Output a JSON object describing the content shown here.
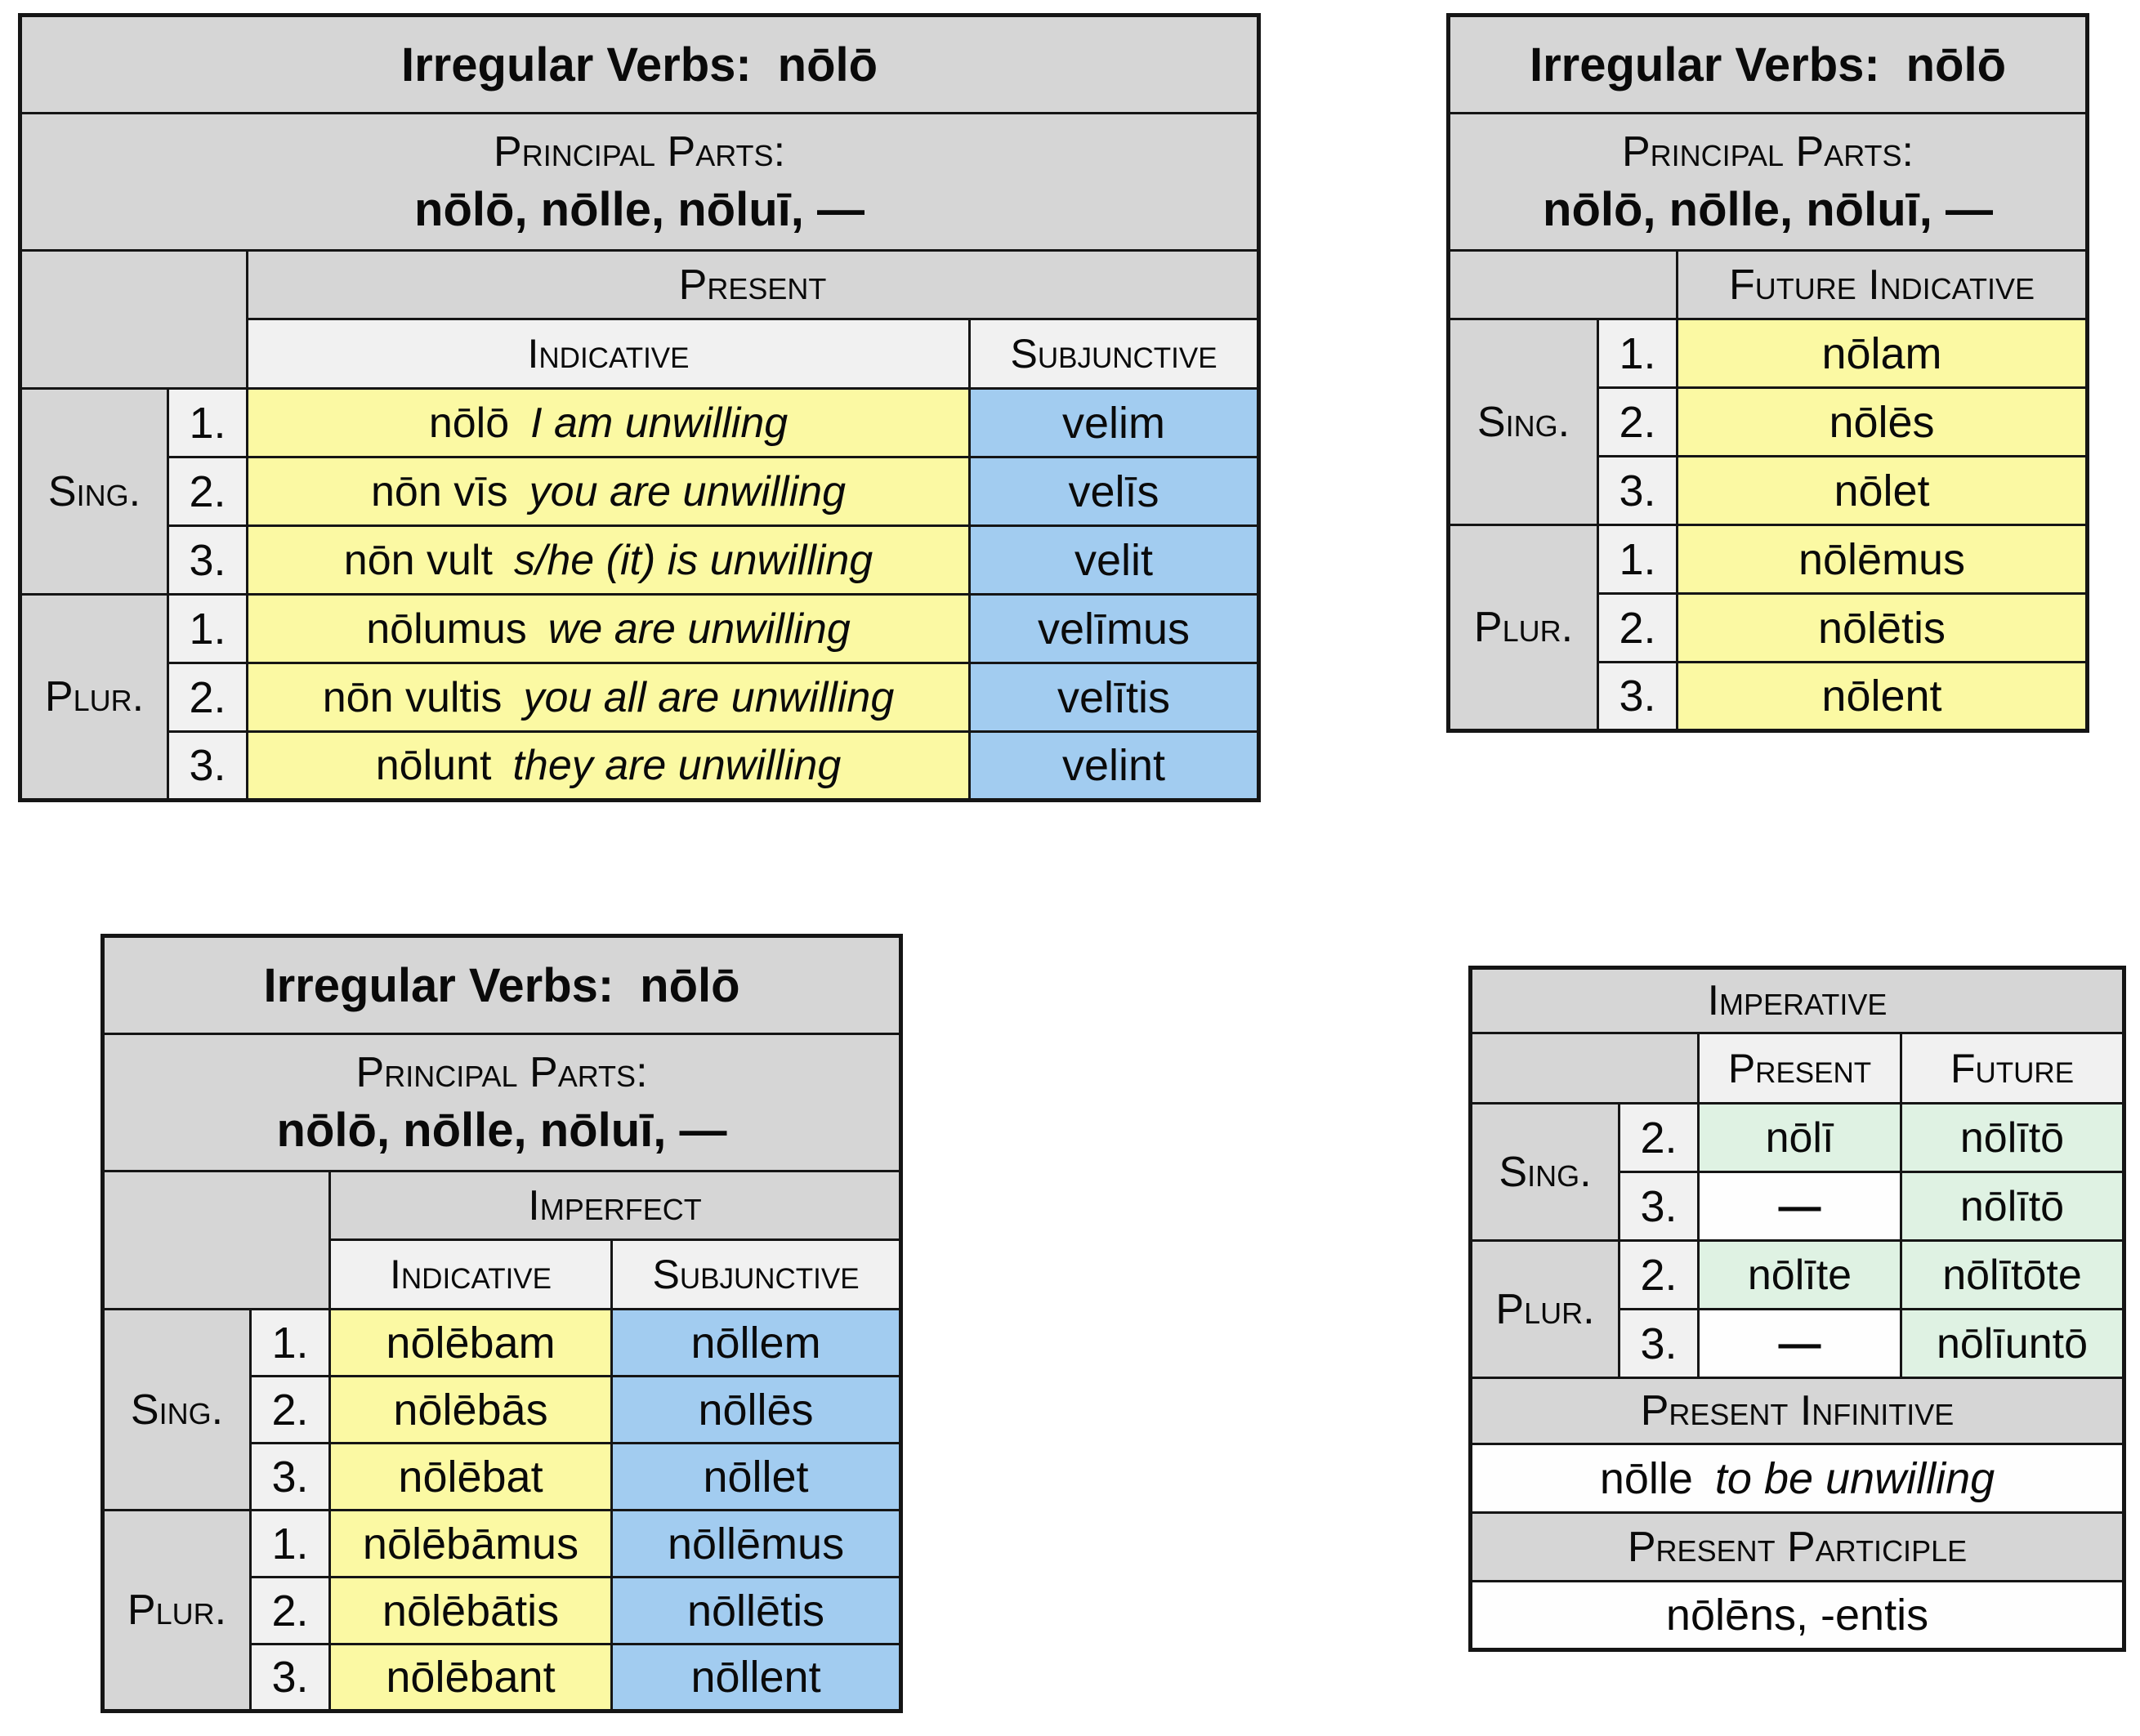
{
  "colors": {
    "header_gray": "#d6d6d6",
    "subheader_gray": "#f1f1f1",
    "indicative_yellow": "#fbf9a3",
    "subjunctive_blue": "#a2ccf0",
    "imperative_green": "#dff2e3",
    "border_black": "#151515"
  },
  "labels": {
    "title_prefix": "Irregular Verbs:",
    "verb": "nōlō",
    "principal_parts_label": "Principal Parts:",
    "principal_parts": "nōlō, nōlle, nōluī, —",
    "sing": "Sing.",
    "plur": "Plur."
  },
  "present_table": {
    "tense": "Present",
    "col_indicative": "Indicative",
    "col_subjunctive": "Subjunctive",
    "rows": [
      {
        "num": "1.",
        "latin": "nōlō",
        "gloss": "I am unwilling",
        "subjunctive": "velim"
      },
      {
        "num": "2.",
        "latin": "nōn vīs",
        "gloss": "you are unwilling",
        "subjunctive": "velīs"
      },
      {
        "num": "3.",
        "latin": "nōn vult",
        "gloss": "s/he (it) is unwilling",
        "subjunctive": "velit"
      },
      {
        "num": "1.",
        "latin": "nōlumus",
        "gloss": "we are unwilling",
        "subjunctive": "velīmus"
      },
      {
        "num": "2.",
        "latin": "nōn vultis",
        "gloss": "you all are unwilling",
        "subjunctive": "velītis"
      },
      {
        "num": "3.",
        "latin": "nōlunt",
        "gloss": "they are unwilling",
        "subjunctive": "velint"
      }
    ]
  },
  "future_table": {
    "tense": "Future Indicative",
    "rows": [
      {
        "num": "1.",
        "form": "nōlam"
      },
      {
        "num": "2.",
        "form": "nōlēs"
      },
      {
        "num": "3.",
        "form": "nōlet"
      },
      {
        "num": "1.",
        "form": "nōlēmus"
      },
      {
        "num": "2.",
        "form": "nōlētis"
      },
      {
        "num": "3.",
        "form": "nōlent"
      }
    ]
  },
  "imperfect_table": {
    "tense": "Imperfect",
    "col_indicative": "Indicative",
    "col_subjunctive": "Subjunctive",
    "rows": [
      {
        "num": "1.",
        "indicative": "nōlēbam",
        "subjunctive": "nōllem"
      },
      {
        "num": "2.",
        "indicative": "nōlēbās",
        "subjunctive": "nōllēs"
      },
      {
        "num": "3.",
        "indicative": "nōlēbat",
        "subjunctive": "nōllet"
      },
      {
        "num": "1.",
        "indicative": "nōlēbāmus",
        "subjunctive": "nōllēmus"
      },
      {
        "num": "2.",
        "indicative": "nōlēbātis",
        "subjunctive": "nōllētis"
      },
      {
        "num": "3.",
        "indicative": "nōlēbant",
        "subjunctive": "nōllent"
      }
    ]
  },
  "imperative_table": {
    "title": "Imperative",
    "col_present": "Present",
    "col_future": "Future",
    "rows": [
      {
        "num": "2.",
        "present": "nōlī",
        "future": "nōlītō"
      },
      {
        "num": "3.",
        "present": "—",
        "future": "nōlītō"
      },
      {
        "num": "2.",
        "present": "nōlīte",
        "future": "nōlītōte"
      },
      {
        "num": "3.",
        "present": "—",
        "future": "nōlīuntō"
      }
    ],
    "present_infinitive_label": "Present Infinitive",
    "infinitive": "nōlle",
    "infinitive_gloss": "to be unwilling",
    "present_participle_label": "Present Participle",
    "participle": "nōlēns, -entis"
  }
}
